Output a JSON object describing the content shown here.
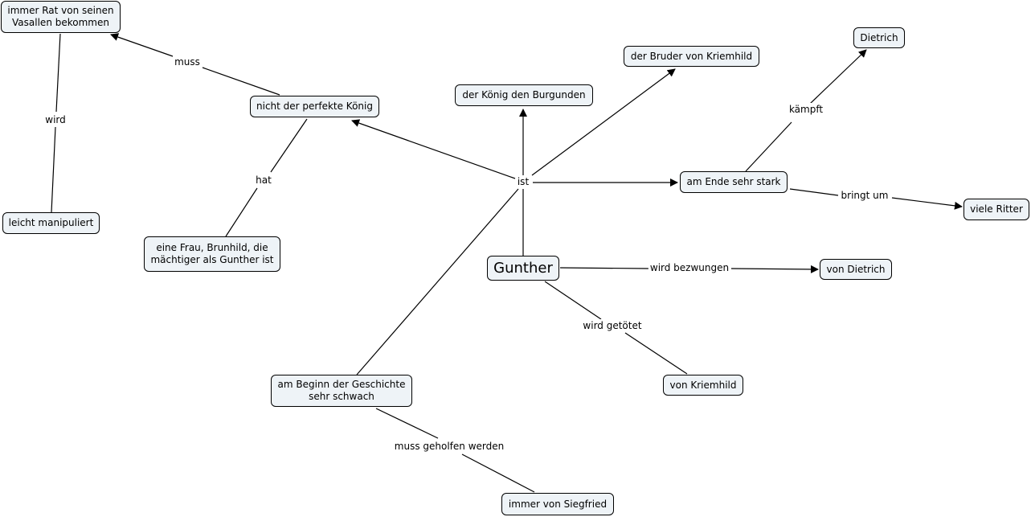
{
  "nodes": {
    "gunther": "Gunther",
    "koenig": "der König den Burgunden",
    "bruder": "der Bruder von Kriemhild",
    "dietrich_top": "Dietrich",
    "ende_stark": "am Ende sehr stark",
    "viele_ritter": "viele Ritter",
    "von_dietrich": "von Dietrich",
    "von_kriemhild": "von Kriemhild",
    "immer_siegfried": "immer von Siegfried",
    "beginn_schwach": "am Beginn der Geschichte\nsehr schwach",
    "nicht_perfekt": "nicht der perfekte König",
    "frau_brunhild": "eine Frau, Brunhild, die\nmächtiger als Gunther ist",
    "rat_vasallen": "immer Rat von seinen\nVasallen bekommen",
    "leicht_manipuliert": "leicht manipuliert"
  },
  "links": {
    "ist": "ist",
    "muss": "muss",
    "wird": "wird",
    "hat": "hat",
    "kaempft": "kämpft",
    "bringt_um": "bringt um",
    "wird_bezwungen": "wird bezwungen",
    "wird_getoetet": "wird getötet",
    "muss_geholfen": "muss geholfen werden"
  },
  "colors": {
    "node_fill": "#eef3f7",
    "line": "#000000"
  }
}
